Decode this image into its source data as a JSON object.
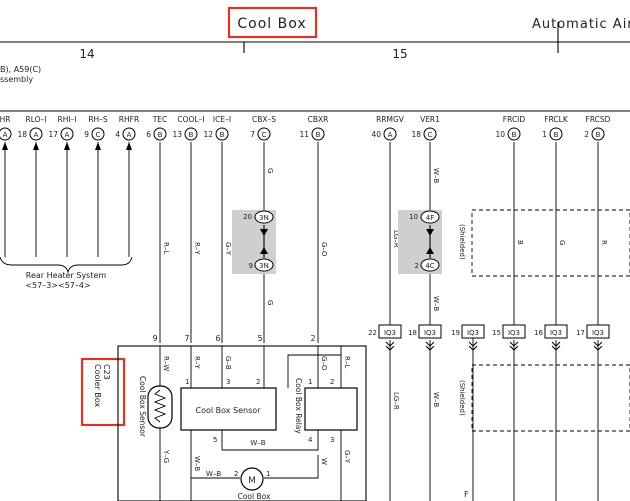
{
  "header": {
    "title": "Cool Box",
    "next_title": "Automatic Air",
    "columns": [
      "14",
      "15"
    ],
    "ecu_ref": "B), A59(C)",
    "ecu_name": "ssembly"
  },
  "pins": [
    {
      "name": "HR",
      "num": "",
      "conn": "A"
    },
    {
      "name": "RLO–I",
      "num": "18",
      "conn": "A"
    },
    {
      "name": "RHI–I",
      "num": "17",
      "conn": "A"
    },
    {
      "name": "RH–S",
      "num": "9",
      "conn": "C"
    },
    {
      "name": "RHFR",
      "num": "4",
      "conn": "A"
    },
    {
      "name": "TEC",
      "num": "6",
      "conn": "B"
    },
    {
      "name": "COOL–I",
      "num": "13",
      "conn": "B"
    },
    {
      "name": "ICE–I",
      "num": "12",
      "conn": "B"
    },
    {
      "name": "CBX–S",
      "num": "7",
      "conn": "C"
    },
    {
      "name": "CBXR",
      "num": "11",
      "conn": "B"
    },
    {
      "name": "RRMGV",
      "num": "40",
      "conn": "A"
    },
    {
      "name": "VER1",
      "num": "18",
      "conn": "C"
    },
    {
      "name": "FRCID",
      "num": "10",
      "conn": "B"
    },
    {
      "name": "FRCLK",
      "num": "1",
      "conn": "B"
    },
    {
      "name": "FRCSD",
      "num": "2",
      "conn": "B"
    }
  ],
  "rear_heater": {
    "label": "Rear Heater System",
    "ref": "<57–3><57–4>"
  },
  "junctions": [
    {
      "num": "20",
      "code": "3N"
    },
    {
      "num": "9",
      "code": "3N"
    },
    {
      "num": "10",
      "code": "4F"
    },
    {
      "num": "2",
      "code": "4C"
    }
  ],
  "iq3": [
    {
      "num": "22",
      "code": "IQ3"
    },
    {
      "num": "18",
      "code": "IQ3"
    },
    {
      "num": "19",
      "code": "IQ3"
    },
    {
      "num": "15",
      "code": "IQ3"
    },
    {
      "num": "16",
      "code": "IQ3"
    },
    {
      "num": "17",
      "code": "IQ3"
    }
  ],
  "wire_colors": {
    "tec": "R–L",
    "cool": "R–Y",
    "ice": "G–Y",
    "cbxs": "G",
    "cbxs2": "G",
    "cbxr": "G–O",
    "rrmgv": "LG–R",
    "ver1": "W–B",
    "ver1b": "W–B",
    "frcid": "B",
    "frclk": "G",
    "frcsd": "R",
    "rrmgv_low": "LG–R",
    "ver1_low": "W–B",
    "box_rw": "R–W",
    "box_ry": "R–Y",
    "box_gb": "G–B",
    "box_go": "G–O",
    "box_rl": "R–L",
    "box_yg": "Y–G",
    "box_wb": "W–B",
    "box_wb2": "W–B",
    "box_w": "W",
    "box_gy": "G–Y",
    "box_wb3": "W–B"
  },
  "shielded": [
    "(Shielded)",
    "(Shielded)"
  ],
  "cooler_box": {
    "id": "C23",
    "label": "Cooler Box"
  },
  "components": {
    "sensor_vertical": "Cool Box Sensor",
    "sensor_box": "Cool Box Sensor",
    "relay": "Cool Box Relay",
    "motor": "M",
    "motor_label": "Cool Box"
  },
  "box_pins": [
    "9",
    "7",
    "6",
    "5",
    "2"
  ],
  "sensor_pins": [
    "1",
    "2",
    "3",
    "5"
  ],
  "relay_pins": [
    "1",
    "2",
    "4",
    "3"
  ],
  "motor_pins": [
    "2",
    "1"
  ],
  "misc": {
    "f_label": "F"
  },
  "highlight_color": "#d9342b",
  "shade_color": "#cfcfcf"
}
